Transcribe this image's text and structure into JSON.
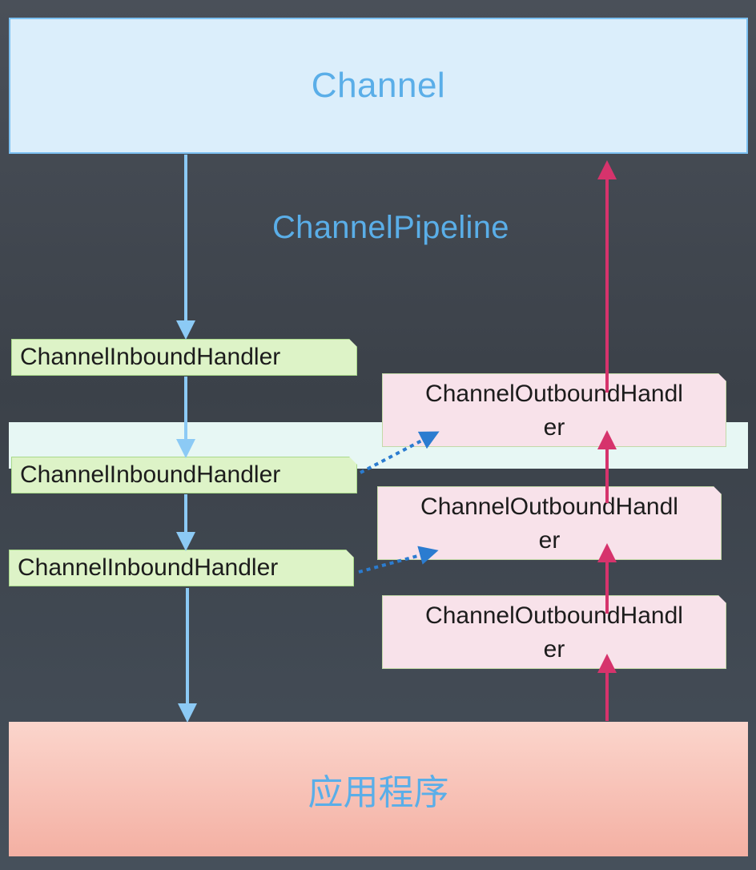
{
  "channel": {
    "title": "Channel"
  },
  "pipeline": {
    "label": "ChannelPipeline"
  },
  "inbound_handlers": [
    {
      "label": "ChannelInboundHandler"
    },
    {
      "label": "ChannelInboundHandler"
    },
    {
      "label": "ChannelInboundHandler"
    }
  ],
  "outbound_handlers": [
    {
      "line1": "ChannelOutboundHandl",
      "line2": "er"
    },
    {
      "line1": "ChannelOutboundHandl",
      "line2": "er"
    },
    {
      "line1": "ChannelOutboundHandl",
      "line2": "er"
    }
  ],
  "application": {
    "title": "应用程序"
  },
  "colors": {
    "inbound_arrow": "#8ccaf5",
    "outbound_arrow": "#d6336c",
    "dotted_arrow": "#2b7cd0",
    "channel_fill": "#dbeefb",
    "inbound_fill": "#ddf3c7",
    "outbound_fill": "#f8e2ea",
    "app_fill": "#f4b0a3"
  }
}
